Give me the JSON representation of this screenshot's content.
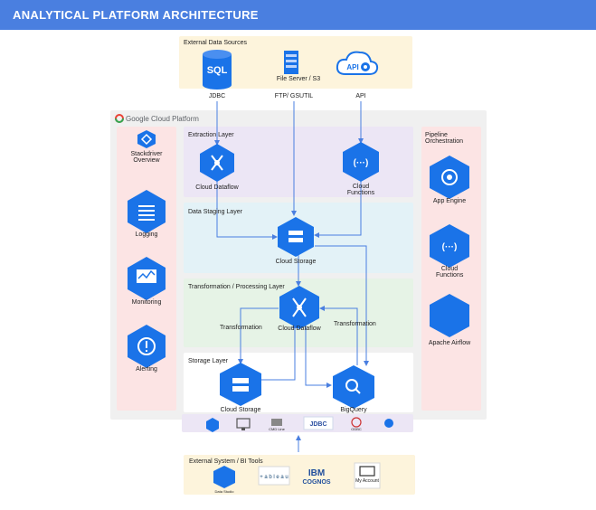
{
  "title": "ANALYTICAL PLATFORM ARCHITECTURE",
  "external_sources": {
    "title": "External Data Sources",
    "sql_icon_text": "SQL",
    "fileserver_label": "File Server / S3",
    "api_icon_text": "API",
    "jdbc_label": "JDBC",
    "ftp_label": "FTP/ GSUTIL",
    "api_label": "API"
  },
  "gcp": {
    "logo_label": "Google Cloud Platform",
    "left_column": [
      "Stackdriver Overview",
      "Logging",
      "Monitoring",
      "Alerting"
    ],
    "right_column_title": "Pipeline Orchestration",
    "right_column": [
      "App Engine",
      "Cloud Functions",
      "Apache Airflow"
    ]
  },
  "layers": {
    "extraction": "Extraction Layer",
    "staging": "Data Staging Layer",
    "transformation": "Transformation / Processing Layer",
    "storage": "Storage Layer"
  },
  "nodes": {
    "dataflow_extract": "Cloud Dataflow",
    "functions_extract": "Cloud Functions",
    "storage_staging": "Cloud Storage",
    "dataflow_transform": "Cloud Dataflow",
    "storage_final": "Cloud Storage",
    "bigquery": "BigQuery"
  },
  "edges": {
    "transform_left": "Transformation",
    "transform_right": "Transformation"
  },
  "connectors": {
    "jdbc_logo": "JDBC",
    "odbc_logo": "ODBC",
    "cmd_line": "CMD Line"
  },
  "bi_tools": {
    "title": "External System / BI Tools",
    "data_studio": "Data Studio",
    "tableau": "+ a b l e a u",
    "ibm": "IBM",
    "cognos": "COGNOS",
    "my_account": "My Account"
  },
  "colors": {
    "banner": "#4a7fe0",
    "hex_blue": "#1a73e8",
    "arrow": "#4a7fe0",
    "external_bg": "#fdf4dc",
    "extraction_bg": "#ece6f5",
    "staging_bg": "#e3f2f7",
    "transform_bg": "#e6f3e6",
    "side_bg": "#fce4e4",
    "connector_bg": "#ece6f5"
  }
}
